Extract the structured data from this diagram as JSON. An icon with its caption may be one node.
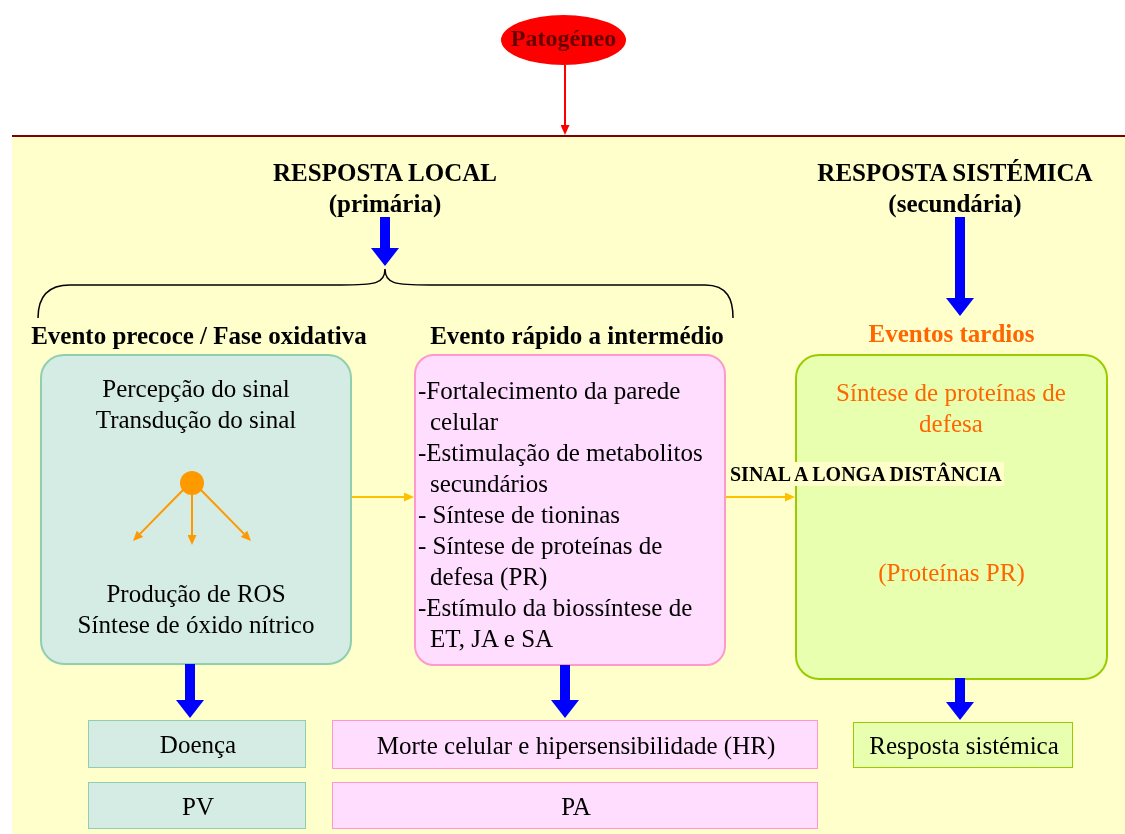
{
  "diagram": {
    "nodes": [
      {
        "text": [
          "Patogéneo"
        ]
      },
      {
        "text": [],
        "shape": "box"
      },
      {
        "text": [
          "RESPOSTA LOCAL (primária)"
        ],
        "in": 1
      },
      {
        "text": [
          "RESPOSTA SISTÉMICA (secundária)"
        ],
        "in": 1
      },
      {
        "text": [
          "Evento precoce / Fase oxidativa",
          "Percepção do sinal",
          "Transdução do sinal",
          "Produção de ROS",
          "Síntese de óxido nítrico"
        ],
        "in": 1
      },
      {
        "text": [],
        "shape": "circle",
        "in": 4
      },
      {
        "text": [
          "Evento rápido a intermédio",
          "-Fortalecimento da parede celular",
          "-Estimulação de metabolitos secundários",
          "- Síntese de tioninas",
          "- Síntese de proteínas de defesa (PR)",
          "-Estímulo da biossíntese de ET, JA e SA"
        ],
        "in": 1
      },
      {
        "text": [
          "Eventos tardios",
          "Síntese de proteínas de defesa",
          "(Proteínas PR)"
        ],
        "in": 1
      },
      {
        "text": [
          "Doença"
        ],
        "in": 1
      },
      {
        "text": [
          "Morte celular e hipersensibilidade (HR)"
        ],
        "in": 1
      },
      {
        "text": [
          "Resposta sistémica"
        ],
        "in": 1
      },
      {
        "text": [
          "PV"
        ],
        "in": 1
      },
      {
        "text": [
          "PA"
        ],
        "in": 1
      },
      {
        "text": [],
        "shape": "brace",
        "in": 1
      }
    ],
    "edges": [
      {
        "from": 0,
        "to": 1,
        "arrow": "to",
        "color": "#ff0000"
      },
      {
        "from": 2,
        "to": 13,
        "arrow": "to",
        "style": "thick"
      },
      {
        "from": 3,
        "to": 7,
        "arrow": "to",
        "style": "thick"
      },
      {
        "from": 5,
        "to": null,
        "arrow": "to",
        "color": "#ff9900"
      },
      {
        "from": 5,
        "to": null,
        "arrow": "to",
        "color": "#ff9900"
      },
      {
        "from": 5,
        "to": null,
        "arrow": "to",
        "color": "#ff9900"
      },
      {
        "from": 4,
        "to": 6,
        "arrow": "to",
        "color": "#ffc000"
      },
      {
        "from": 6,
        "to": 7,
        "arrow": "to",
        "color": "#ffc000",
        "label": "SINAL A LONGA DISTÂNCIA"
      },
      {
        "from": 4,
        "to": 8,
        "arrow": "to",
        "style": "thick"
      },
      {
        "from": 6,
        "to": 9,
        "arrow": "to",
        "style": "thick"
      },
      {
        "from": 7,
        "to": 10,
        "arrow": "to",
        "style": "thick"
      }
    ]
  }
}
